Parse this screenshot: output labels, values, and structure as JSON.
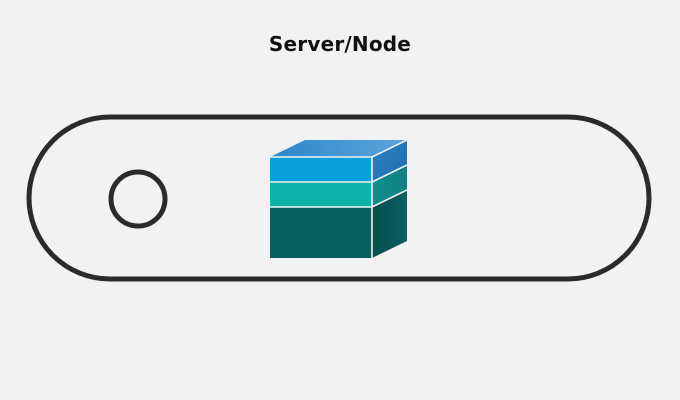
{
  "title": "Server/Node",
  "colors": {
    "background": "#f2f2f2",
    "outline": "#2b2b2b",
    "layer_top": "#0aa0dc",
    "layer_middle": "#0db2a8",
    "layer_bottom": "#04605f",
    "top_face": "#3a86c8"
  },
  "diagram": {
    "container_shape": "rounded-capsule",
    "indicator_shape": "circle",
    "cube_layers": 3
  }
}
